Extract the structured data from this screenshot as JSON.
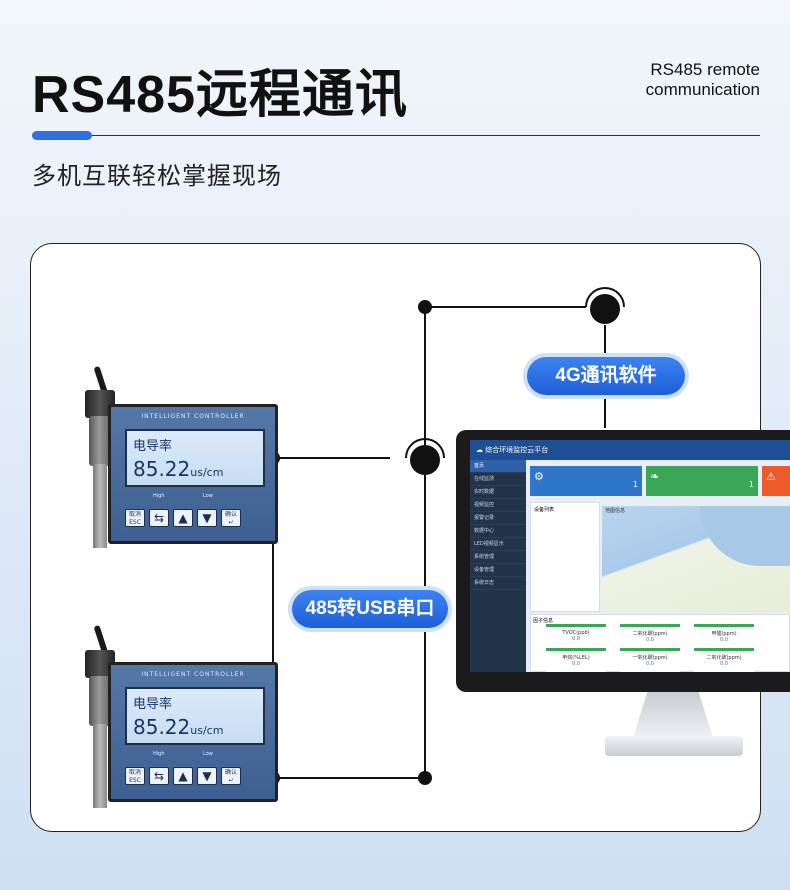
{
  "header": {
    "title": "RS485远程通讯",
    "title_en_line1": "RS485 remote",
    "title_en_line2": "communication",
    "subtitle": "多机互联轻松掌握现场"
  },
  "labels": {
    "software": "4G通讯软件",
    "serial": "485转USB串口"
  },
  "controllers": [
    {
      "brand": "INTELLIGENT CONTROLLER",
      "param": "电导率",
      "value": "85.22",
      "unit": "us/cm",
      "high": "High",
      "low": "Low",
      "esc_line1": "取消",
      "esc_line2": "ESC",
      "ok": "确认"
    },
    {
      "brand": "INTELLIGENT CONTROLLER",
      "param": "电导率",
      "value": "85.22",
      "unit": "us/cm",
      "high": "High",
      "low": "Low",
      "esc_line1": "取消",
      "esc_line2": "ESC",
      "ok": "确认"
    }
  ],
  "software_screen": {
    "app_title": "综合环境监控云平台",
    "menu": [
      "首页",
      "在线监测",
      "实时数据",
      "视频监控",
      "报警记录",
      "数据中心",
      "LED视频显示",
      "系统管理",
      "设备管理",
      "系统日志"
    ],
    "tile_left_value": "1",
    "tile_right_value": "1",
    "panel_device": "设备列表",
    "panel_map": "地图信息",
    "panel_factor": "因子信息",
    "factors": [
      {
        "name": "TVOC(ppb)",
        "value": "0.0"
      },
      {
        "name": "二氧化碳(ppm)",
        "value": "0.0"
      },
      {
        "name": "甲醛(ppm)",
        "value": "0.0"
      },
      {
        "name": "甲烷(%LEL)",
        "value": "0.0"
      },
      {
        "name": "一氧化碳(ppm)",
        "value": "0.0"
      },
      {
        "name": "二氧化硫(ppm)",
        "value": "0.0"
      }
    ]
  },
  "colors": {
    "accent": "#2f6fe0",
    "pill": "#2a6fe6",
    "panel_blue": "#2f76c9",
    "panel_green": "#3aa657",
    "panel_orange": "#f05a2a"
  },
  "icons": [
    "cloud-icon",
    "gear-icon",
    "leaf-icon",
    "bell-icon",
    "arrow-left-icon",
    "up-arrow-icon",
    "down-arrow-icon",
    "enter-icon",
    "tab-arrows-icon"
  ]
}
